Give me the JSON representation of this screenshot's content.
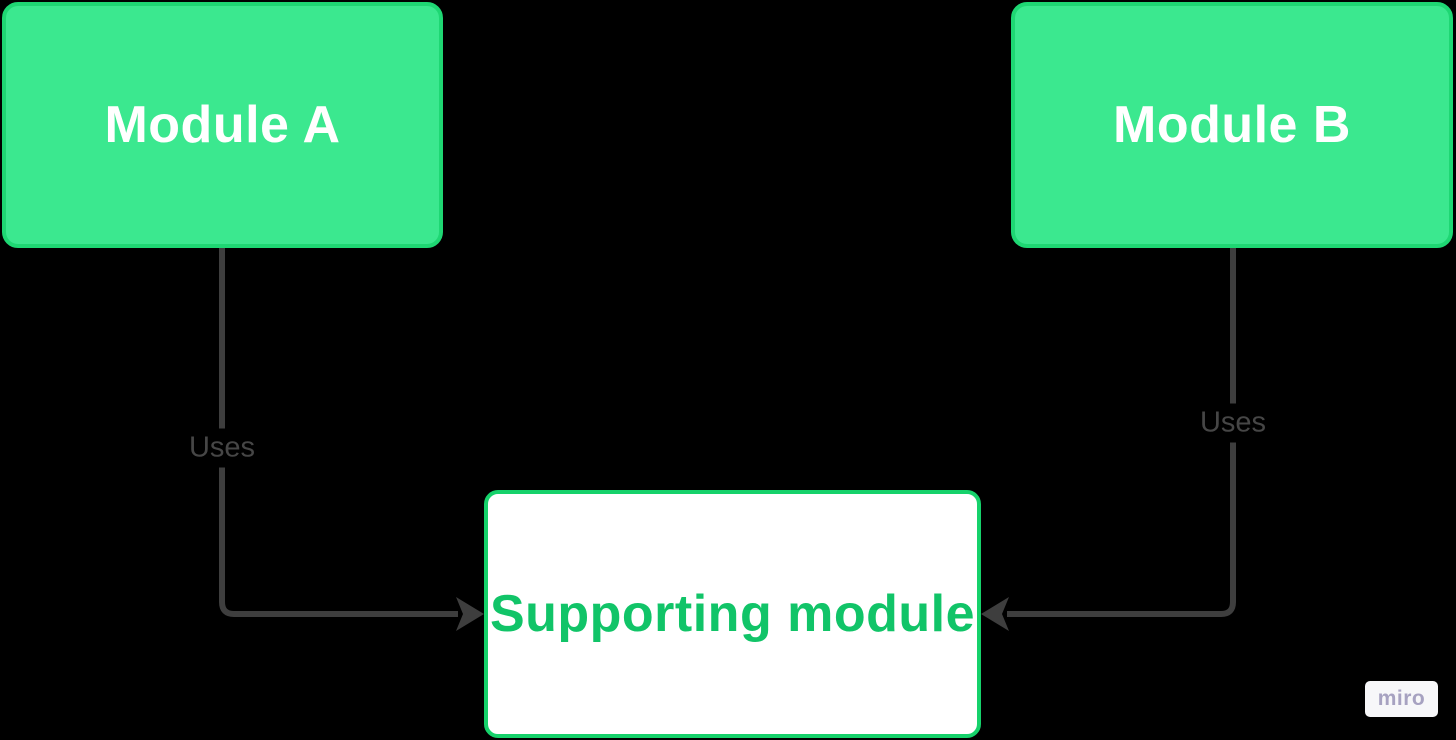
{
  "app": {
    "watermark_label": "miro"
  },
  "diagram": {
    "nodes": [
      {
        "id": "module-a",
        "label": "Module A",
        "style": "filled-green"
      },
      {
        "id": "module-b",
        "label": "Module B",
        "style": "filled-green"
      },
      {
        "id": "supporting-module",
        "label": "Supporting module",
        "style": "white-outlined-green"
      }
    ],
    "connectors": [
      {
        "from": "module-a",
        "to": "supporting-module",
        "label": "Uses",
        "arrow": "end"
      },
      {
        "from": "module-b",
        "to": "supporting-module",
        "label": "Uses",
        "arrow": "end"
      }
    ]
  },
  "colors": {
    "canvas_bg": "#000000",
    "node_fill": "#3be88f",
    "node_border": "#1ed773",
    "node_text": "#ffffff",
    "support_fill": "#ffffff",
    "support_border": "#16d26b",
    "support_text": "#11c468",
    "connector": "#3e3e3e",
    "connector_label": "#464646",
    "badge_bg": "#f7f7f9",
    "badge_text": "#a7a2c1"
  }
}
